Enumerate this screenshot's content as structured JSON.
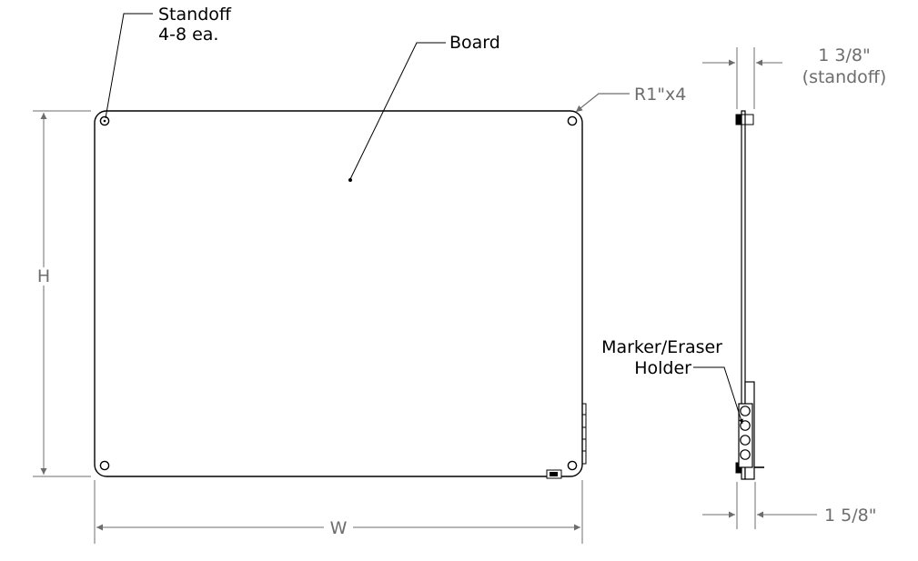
{
  "callouts": {
    "standoff_line1": "Standoff",
    "standoff_line2": "4-8 ea.",
    "board": "Board",
    "radius": "R1\"x4",
    "holder_line1": "Marker/Eraser",
    "holder_line2": "Holder"
  },
  "dimensions": {
    "height": "H",
    "width": "W",
    "standoff_depth": "1 3/8\"",
    "standoff_note": "(standoff)",
    "holder_depth": "1 5/8\""
  },
  "colors": {
    "outline": "#000000",
    "dimension": "#7a7a7a"
  }
}
